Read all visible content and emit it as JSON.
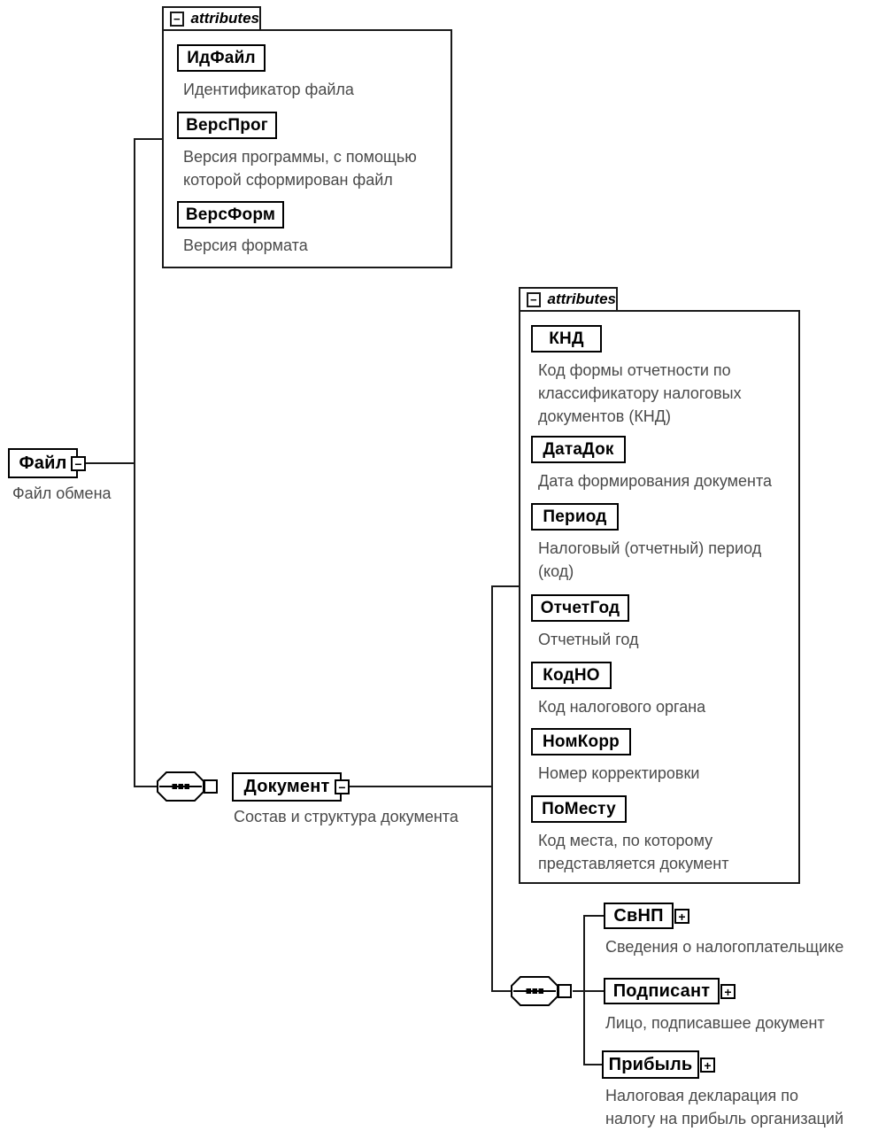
{
  "icons": {
    "collapse": "−",
    "expand": "+"
  },
  "root_element": {
    "label": "Файл",
    "description": "Файл обмена"
  },
  "file_attributes": {
    "tab_label": "attributes",
    "items": [
      {
        "label": "ИдФайл",
        "description": "Идентификатор файла"
      },
      {
        "label": "ВерсПрог",
        "description": "Версия программы, с помощью\nкоторой сформирован файл"
      },
      {
        "label": "ВерсФорм",
        "description": "Версия формата"
      }
    ]
  },
  "document_element": {
    "label": "Документ",
    "description": "Состав и структура документа"
  },
  "document_attributes": {
    "tab_label": "attributes",
    "items": [
      {
        "label": "КНД",
        "description": "Код формы отчетности по\nклассификатору налоговых\nдокументов (КНД)"
      },
      {
        "label": "ДатаДок",
        "description": "Дата формирования документа"
      },
      {
        "label": "Период",
        "description": "Налоговый (отчетный) период\n(код)"
      },
      {
        "label": "ОтчетГод",
        "description": "Отчетный год"
      },
      {
        "label": "КодНО",
        "description": "Код налогового органа"
      },
      {
        "label": "НомКорр",
        "description": "Номер корректировки"
      },
      {
        "label": "ПоМесту",
        "description": "Код места, по которому\nпредставляется документ"
      }
    ]
  },
  "document_children": {
    "items": [
      {
        "label": "СвНП",
        "description": "Сведения о налогоплательщике"
      },
      {
        "label": "Подписант",
        "description": "Лицо, подписавшее документ"
      },
      {
        "label": "Прибыль",
        "description": "Налоговая декларация по\nналогу на прибыль организаций"
      }
    ]
  }
}
